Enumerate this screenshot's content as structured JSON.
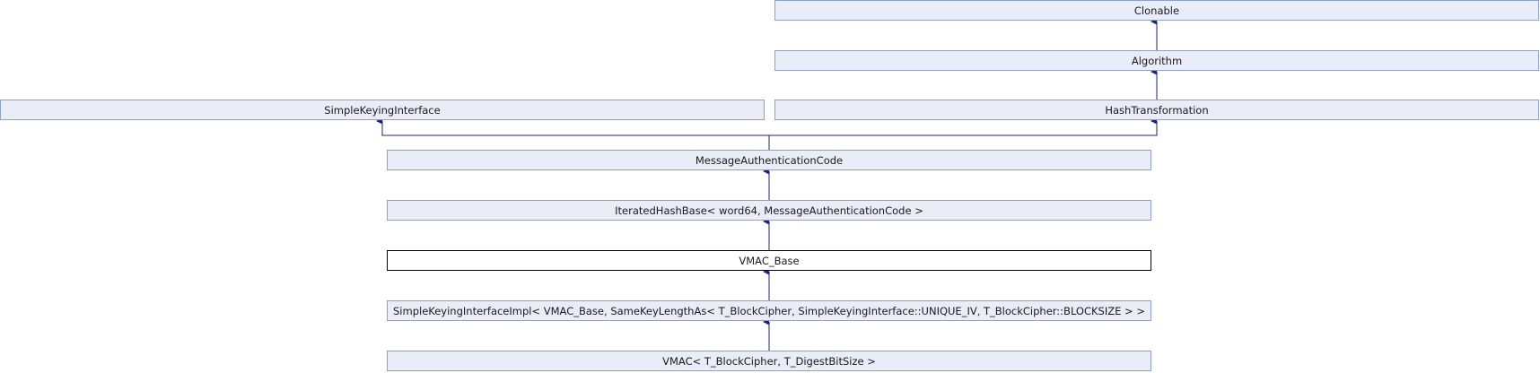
{
  "diagram": {
    "type": "class-inheritance-graph",
    "colors": {
      "node_fill": "#e8edf8",
      "node_border": "#8ea0cc",
      "current_fill": "#ffffff",
      "current_border": "#000000",
      "edge": "#1a237e"
    },
    "nodes": {
      "clonable": "Clonable",
      "algorithm": "Algorithm",
      "simple_keying_interface": "SimpleKeyingInterface",
      "hash_transformation": "HashTransformation",
      "message_authentication_code": "MessageAuthenticationCode",
      "iterated_hash_base": "IteratedHashBase< word64, MessageAuthenticationCode >",
      "vmac_base": "VMAC_Base",
      "simple_keying_interface_impl": "SimpleKeyingInterfaceImpl< VMAC_Base, SameKeyLengthAs< T_BlockCipher, SimpleKeyingInterface::UNIQUE_IV, T_BlockCipher::BLOCKSIZE > >",
      "vmac": "VMAC< T_BlockCipher, T_DigestBitSize >"
    },
    "current": "vmac_base",
    "edges": [
      {
        "from": "algorithm",
        "to": "clonable"
      },
      {
        "from": "hash_transformation",
        "to": "algorithm"
      },
      {
        "from": "message_authentication_code",
        "to": "simple_keying_interface"
      },
      {
        "from": "message_authentication_code",
        "to": "hash_transformation"
      },
      {
        "from": "iterated_hash_base",
        "to": "message_authentication_code"
      },
      {
        "from": "vmac_base",
        "to": "iterated_hash_base"
      },
      {
        "from": "simple_keying_interface_impl",
        "to": "vmac_base"
      },
      {
        "from": "vmac",
        "to": "simple_keying_interface_impl"
      }
    ]
  }
}
